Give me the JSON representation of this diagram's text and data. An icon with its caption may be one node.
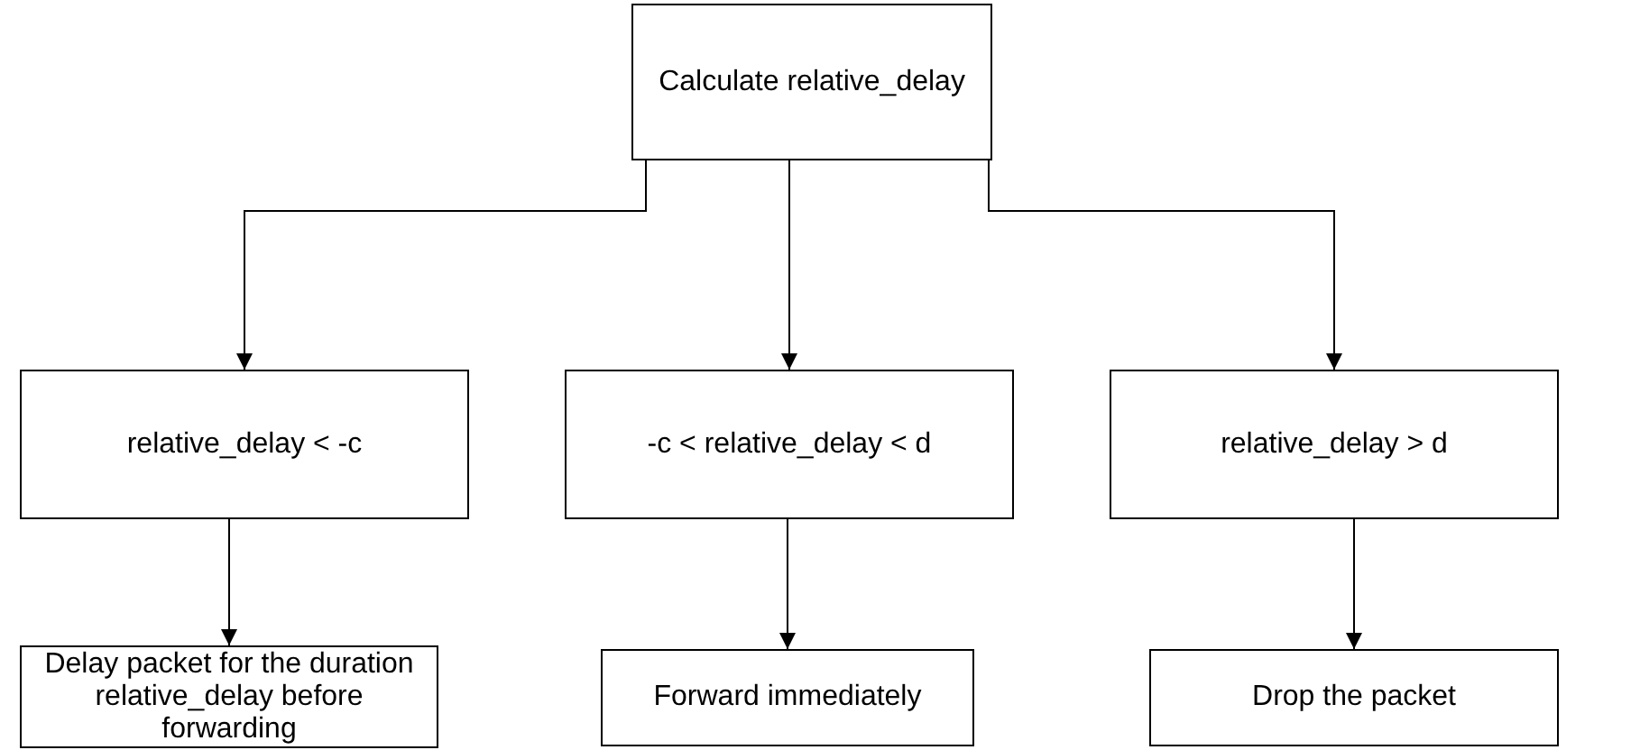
{
  "diagram": {
    "nodes": [
      {
        "text": [
          "Calculate relative_delay"
        ]
      },
      {
        "text": [
          "relative_delay < -c"
        ]
      },
      {
        "text": [
          "-c < relative_delay < d"
        ]
      },
      {
        "text": [
          "relative_delay > d"
        ]
      },
      {
        "text": [
          "Delay packet for the duration relative_delay before forwarding"
        ]
      },
      {
        "text": [
          "Forward immediately"
        ]
      },
      {
        "text": [
          "Drop the packet"
        ]
      }
    ],
    "edges": [
      {
        "from": 0,
        "to": 1,
        "arrow": "to"
      },
      {
        "from": 0,
        "to": 2,
        "arrow": "to"
      },
      {
        "from": 0,
        "to": 3,
        "arrow": "to"
      },
      {
        "from": 1,
        "to": 4,
        "arrow": "to"
      },
      {
        "from": 2,
        "to": 5,
        "arrow": "to"
      },
      {
        "from": 3,
        "to": 6,
        "arrow": "to"
      }
    ]
  }
}
